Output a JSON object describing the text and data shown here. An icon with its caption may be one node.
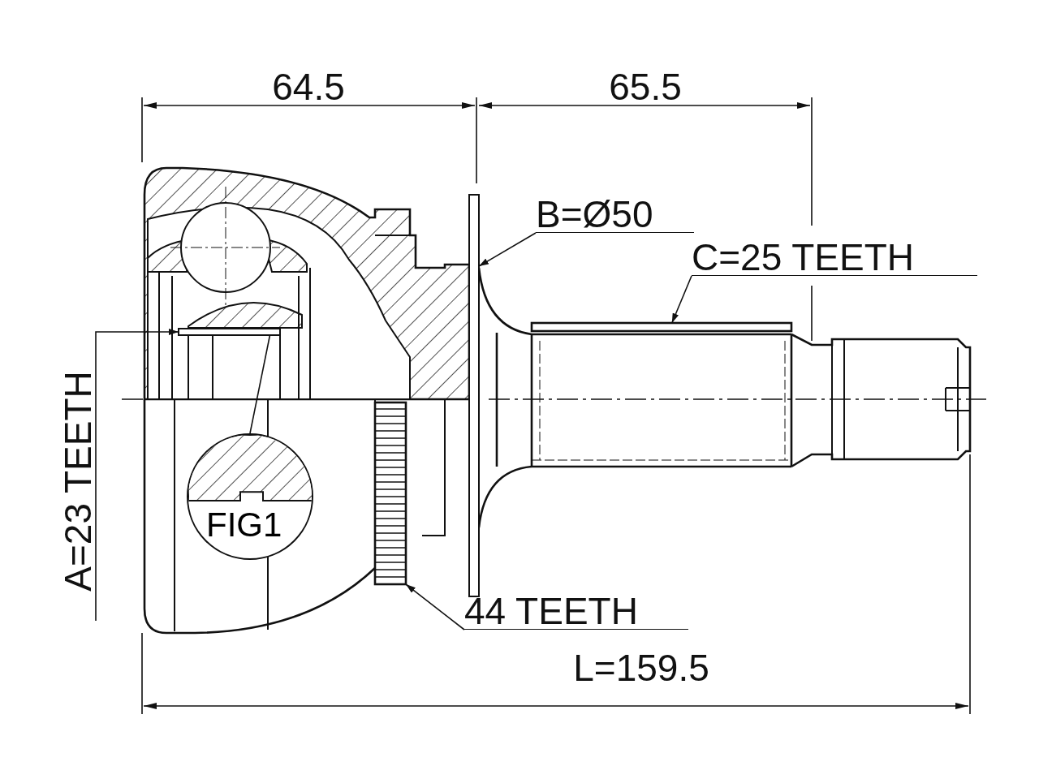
{
  "diagram": {
    "nodes": [
      {
        "text": [
          "B=Ø50"
        ]
      },
      {
        "text": [],
        "shape": "bar"
      },
      {
        "text": [
          "C=25 TEETH"
        ]
      },
      {
        "text": [],
        "shape": "box"
      },
      {
        "text": [
          "A=23 TEETH"
        ]
      },
      {
        "text": [],
        "shape": "bar"
      },
      {
        "text": [
          "FIG1"
        ]
      },
      {
        "text": [
          "44 TEETH"
        ]
      },
      {
        "text": [],
        "shape": "box"
      }
    ],
    "edges": [
      {
        "from": 0,
        "to": 1,
        "arrow": "to"
      },
      {
        "from": 2,
        "to": 3,
        "arrow": "to"
      },
      {
        "from": 4,
        "to": 5,
        "arrow": "to"
      },
      {
        "from": 6,
        "to": 5,
        "arrow": "none"
      },
      {
        "from": 7,
        "to": 8,
        "arrow": "to"
      }
    ],
    "labels": [
      "64.5",
      "65.5",
      "L=159.5"
    ]
  }
}
